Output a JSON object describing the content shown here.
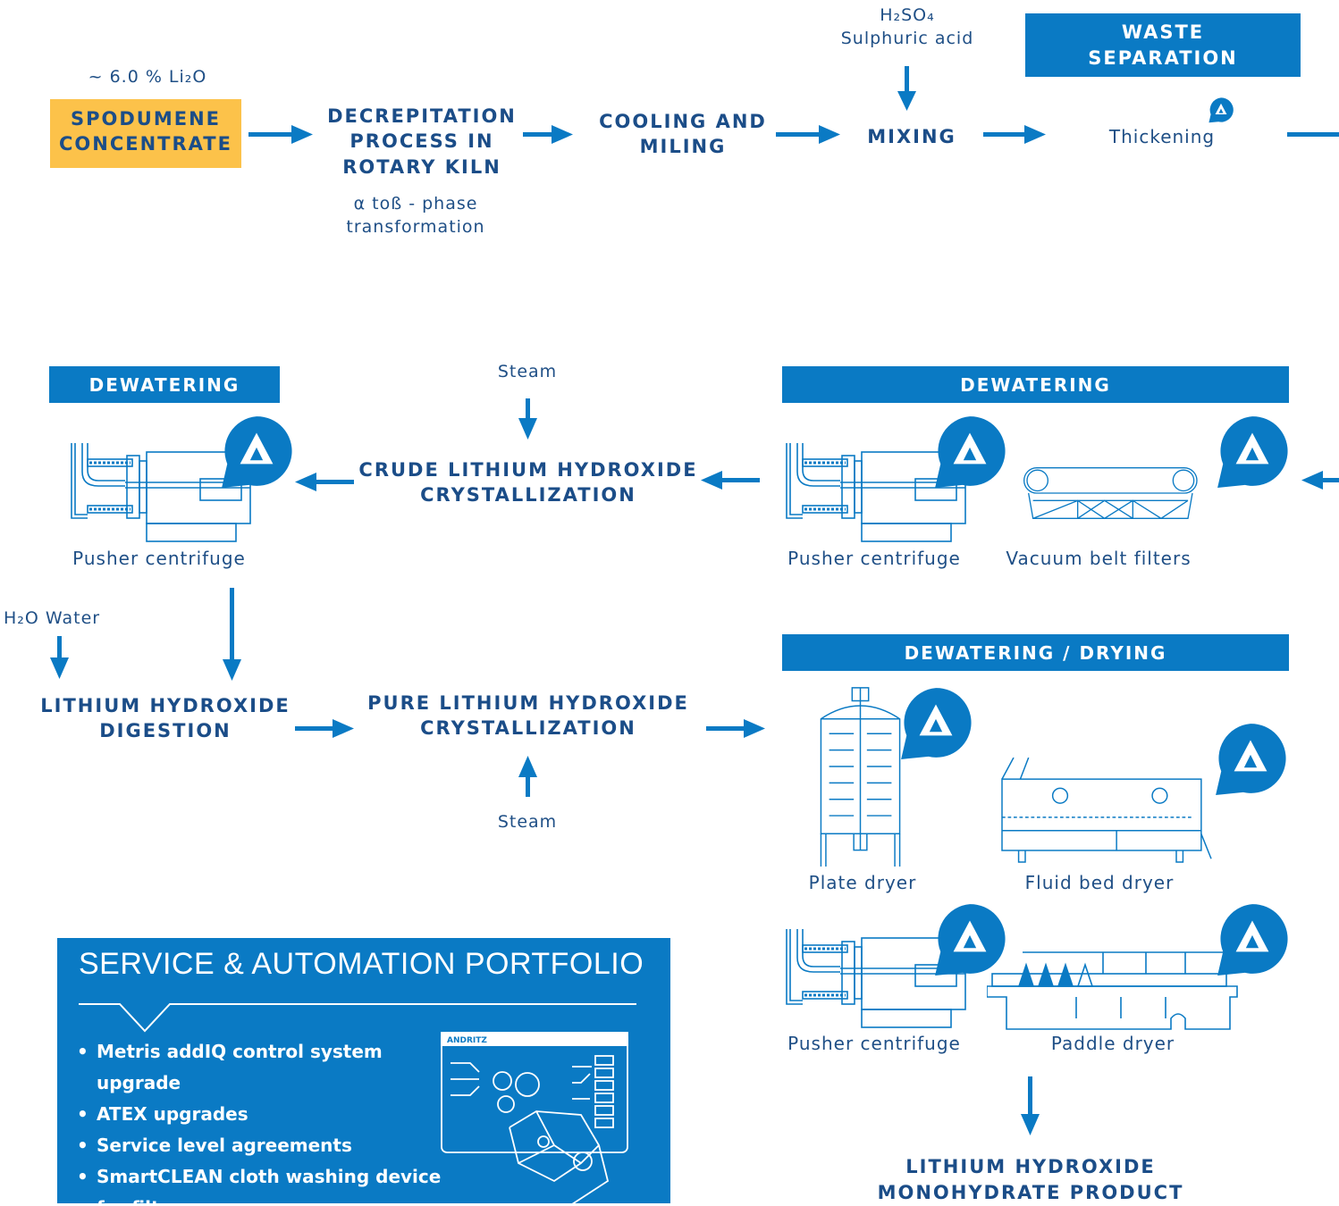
{
  "colors": {
    "blue": "#0a7ac4",
    "navy": "#1b4d88",
    "yellow": "#fcc24a",
    "white": "#ffffff"
  },
  "top_row": {
    "grade": "~ 6.0 % Li₂O",
    "spodumene": [
      "SPODUMENE",
      "CONCENTRATE"
    ],
    "decrepitation": [
      "DECREPITATION",
      "PROCESS IN",
      "ROTARY KILN"
    ],
    "phase_note": [
      "α toß - phase",
      "transformation"
    ],
    "cooling": [
      "COOLING AND",
      "MILING"
    ],
    "acid_formula": "H₂SO₄",
    "acid_name": "Sulphuric acid",
    "mixing": "MIXING",
    "waste_banner": [
      "WASTE",
      "SEPARATION"
    ],
    "thickening": "Thickening"
  },
  "middle_row": {
    "dewatering_left": "DEWATERING",
    "pusher_left": "Pusher centrifuge",
    "steam_top": "Steam",
    "crude": [
      "CRUDE LITHIUM HYDROXIDE",
      "CRYSTALLIZATION"
    ],
    "dewatering_right": "DEWATERING",
    "pusher_right": "Pusher centrifuge",
    "vacuum": "Vacuum belt filters"
  },
  "lower_row": {
    "water": "H₂O Water",
    "digestion": [
      "LITHIUM HYDROXIDE",
      "DIGESTION"
    ],
    "pure": [
      "PURE LITHIUM HYDROXIDE",
      "CRYSTALLIZATION"
    ],
    "steam_bottom": "Steam",
    "drying_banner": "DEWATERING / DRYING",
    "plate_dryer": "Plate dryer",
    "fluid_bed": "Fluid bed dryer",
    "pusher_bottom": "Pusher centrifuge",
    "paddle": "Paddle dryer",
    "product": [
      "LITHIUM HYDROXIDE",
      "MONOHYDRATE PRODUCT"
    ]
  },
  "service": {
    "title": "SERVICE & AUTOMATION PORTFOLIO",
    "items": [
      "Metris addIQ control system upgrade",
      "ATEX upgrades",
      "Service level agreements",
      "SmartCLEAN cloth washing device for filter presses"
    ],
    "screen_brand": "ANDRITZ"
  },
  "icons": [
    "andritz-badge-icon",
    "arrow-icon",
    "pusher-centrifuge-icon",
    "vacuum-belt-filter-icon",
    "plate-dryer-icon",
    "fluid-bed-dryer-icon",
    "paddle-dryer-icon",
    "automation-screen-icon"
  ]
}
